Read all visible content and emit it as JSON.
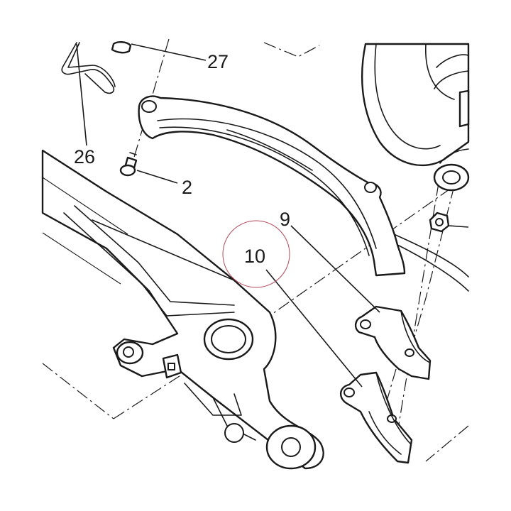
{
  "callouts": {
    "c27": "27",
    "c26": "26",
    "c2": "2",
    "c9": "9",
    "c10": "10"
  },
  "colors": {
    "line": "#1a1a1a",
    "highlight_circle": "#b5485a",
    "background": "#ffffff"
  }
}
